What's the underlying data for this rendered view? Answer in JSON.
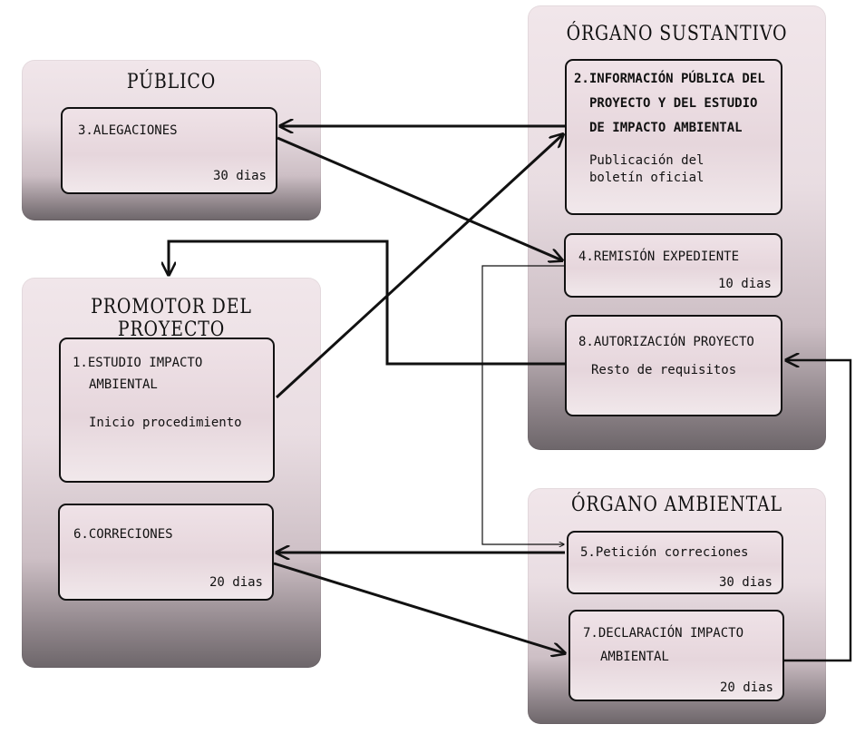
{
  "lanes": {
    "publico": "PÚBLICO",
    "promotor": "PROMOTOR DEL PROYECTO",
    "sustantivo": "ÓRGANO SUSTANTIVO",
    "ambiental": "ÓRGANO AMBIENTAL"
  },
  "boxes": {
    "alegaciones": {
      "title": "3.ALEGACIONES",
      "duration": "30 dias"
    },
    "estudio": {
      "title_1": "1.ESTUDIO IMPACTO",
      "title_2": "AMBIENTAL",
      "note": "Inicio procedimiento"
    },
    "correciones": {
      "title": "6.CORRECIONES",
      "duration": "20 dias"
    },
    "informacion": {
      "title_1": "2.INFORMACIÓN PÚBLICA DEL",
      "title_2": "PROYECTO Y DEL ESTUDIO",
      "title_3": "DE IMPACTO AMBIENTAL",
      "note_1": "Publicación del",
      "note_2": "boletín oficial"
    },
    "remision": {
      "title": "4.REMISIÓN EXPEDIENTE",
      "duration": "10 dias"
    },
    "autorizacion": {
      "title": "8.AUTORIZACIÓN PROYECTO",
      "note": "Resto de requisitos"
    },
    "peticion": {
      "title": "5.Petición correciones",
      "duration": "30 dias"
    },
    "declaracion": {
      "title_1": "7.DECLARACIÓN IMPACTO",
      "title_2": "AMBIENTAL",
      "duration": "20 dias"
    }
  },
  "colors": {
    "line": "#111111",
    "lane_top": "#f1e6ea",
    "lane_bottom": "#6d666a",
    "box_fill": "#e9dbe0"
  }
}
